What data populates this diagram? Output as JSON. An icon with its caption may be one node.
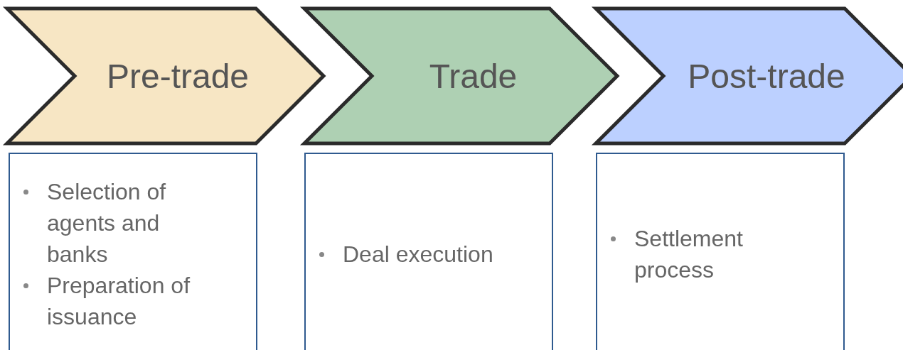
{
  "diagram": {
    "nodes": [
      {
        "text": [
          "Pre-trade"
        ]
      },
      {
        "text": [
          "Trade"
        ]
      },
      {
        "text": [
          "Post-trade"
        ]
      },
      {
        "text": [
          "Selection of agents and banks",
          "Preparation of issuance"
        ]
      },
      {
        "text": [
          "Deal execution"
        ]
      },
      {
        "text": [
          "Settlement process"
        ]
      }
    ]
  }
}
